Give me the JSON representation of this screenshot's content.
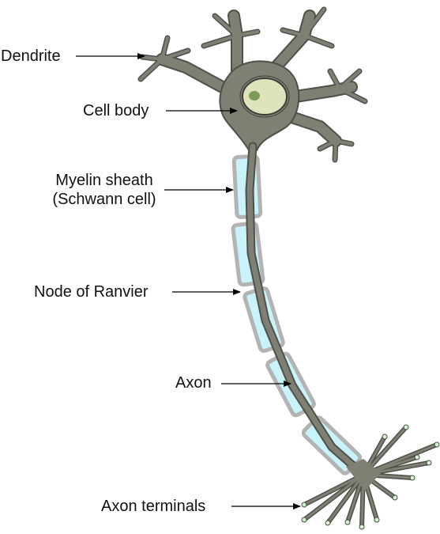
{
  "labels": {
    "dendrite": "Dendrite",
    "cell_body": "Cell body",
    "myelin_line1": "Myelin sheath",
    "myelin_line2": "(Schwann cell)",
    "node": "Node of Ranvier",
    "axon": "Axon",
    "terminals": "Axon terminals"
  },
  "colors": {
    "neuron_fill": "#7f7f74",
    "neuron_stroke": "#50504a",
    "nucleus_fill": "#dfe3bc",
    "nucleolus_fill": "#7c9c5a",
    "myelin_fill": "#c8f3fb",
    "myelin_stroke": "#b3b3b3",
    "terminal_knob": "#d4f3d0",
    "arrow": "#000000"
  }
}
